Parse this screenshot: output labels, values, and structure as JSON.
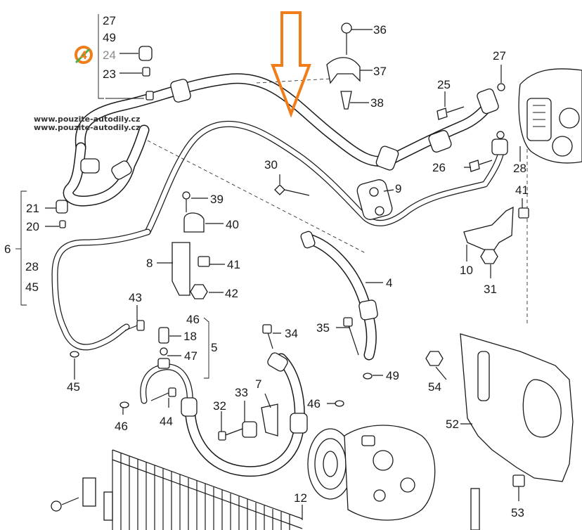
{
  "watermark": {
    "line1": "www.pouzite-autodily.cz",
    "line2": "www.pouzite-autodily.cz"
  },
  "highlight": {
    "badge_label": "4",
    "badge_color": "#f07d1a",
    "arrow_color": "#f07d1a",
    "marker_color": "#4caf50"
  },
  "labels": {
    "l27a": "27",
    "l49a": "49",
    "l24": "24",
    "l23": "23",
    "l36": "36",
    "l37": "37",
    "l38": "38",
    "l27b": "27",
    "l25": "25",
    "l26": "26",
    "l28a": "28",
    "l30": "30",
    "l9": "9",
    "l41a": "41",
    "l10": "10",
    "l31": "31",
    "l39": "39",
    "l40": "40",
    "l41b": "41",
    "l8": "8",
    "l42": "42",
    "l21": "21",
    "l20": "20",
    "l6": "6",
    "l28b": "28",
    "l45a": "45",
    "l4": "4",
    "l43": "43",
    "l46a": "46",
    "l18": "18",
    "l47": "47",
    "l5": "5",
    "l45b": "45",
    "l34": "34",
    "l35": "35",
    "l49b": "49",
    "l54": "54",
    "l52": "52",
    "l7": "7",
    "l33": "33",
    "l32": "32",
    "l46b": "46",
    "l46c": "46",
    "l44": "44",
    "l12": "12",
    "l53": "53"
  }
}
